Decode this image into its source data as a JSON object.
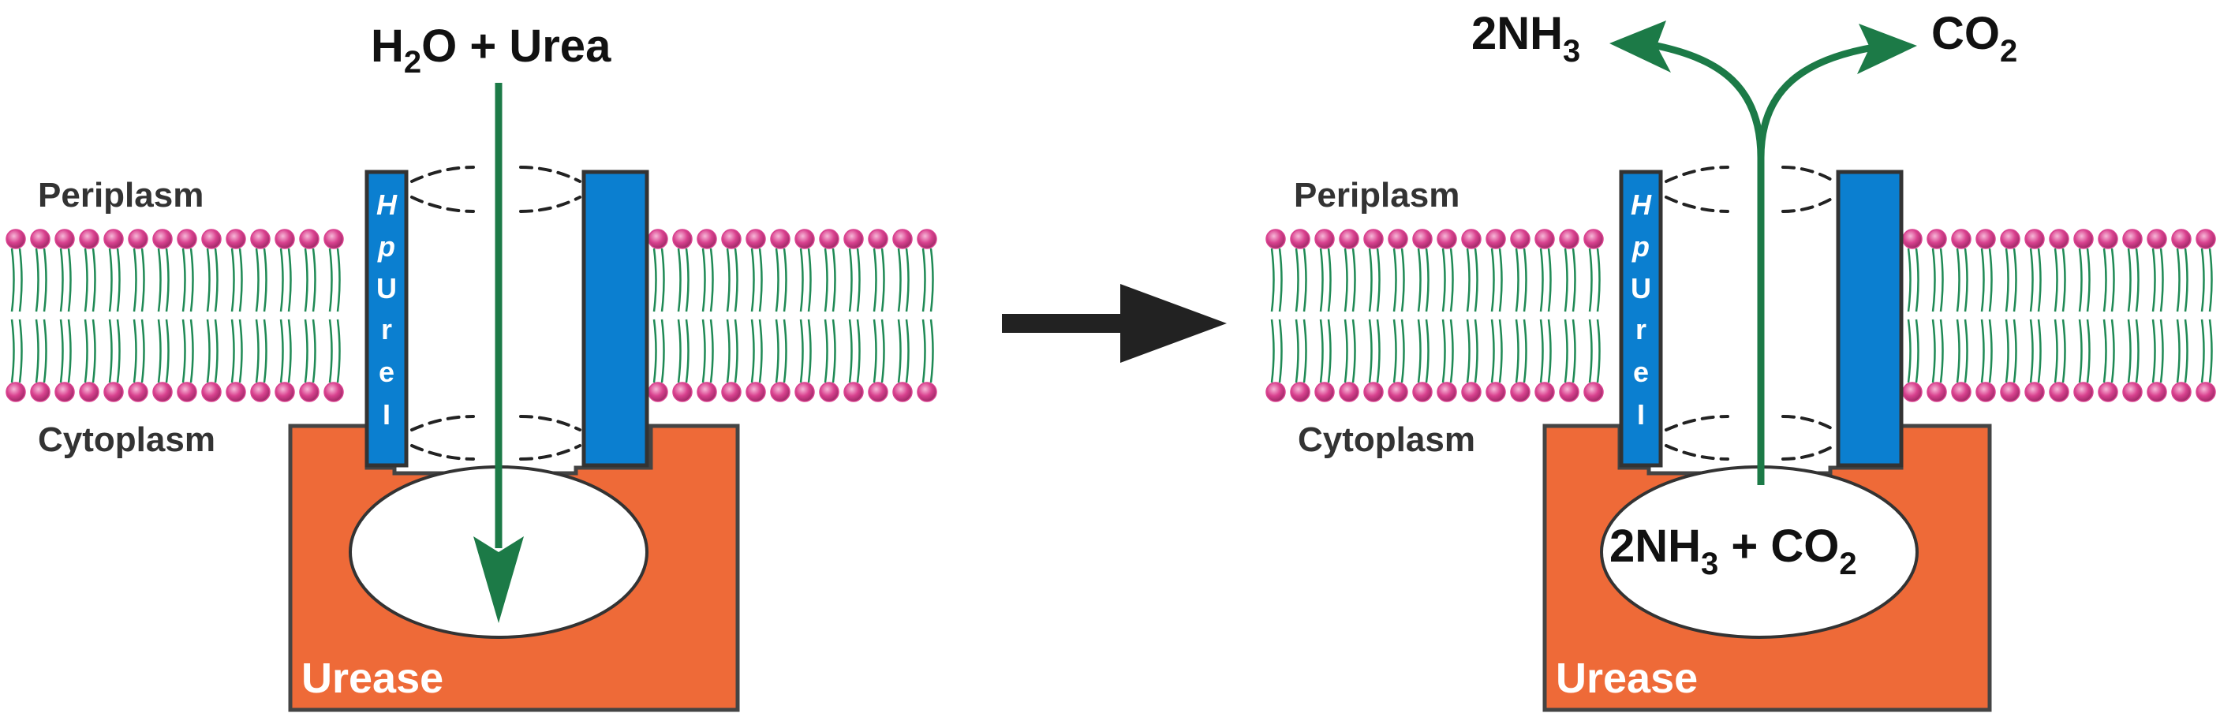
{
  "labels": {
    "periplasm": "Periplasm",
    "cytoplasm": "Cytoplasm",
    "urease": "Urease",
    "protein_letters": [
      "H",
      "p",
      "U",
      "r",
      "e",
      "I"
    ]
  },
  "left": {
    "input_formula": {
      "p1": "H",
      "sub": "2",
      "p2": "O + Urea"
    }
  },
  "right": {
    "product_left": {
      "p1": "2NH",
      "sub": "3"
    },
    "product_right": {
      "p1": "CO",
      "sub": "2"
    },
    "inside_formula": {
      "p1": "2NH",
      "sub1": "3",
      "p2": " + CO",
      "sub2": "2"
    }
  },
  "colors": {
    "membrane_head": "#d9428f",
    "membrane_tail": "#1f8a55",
    "arrow_green": "#1c7a47",
    "protein_blue": "#0b7fd0",
    "urease_orange": "#ee6a38",
    "transition_arrow": "#222222"
  }
}
